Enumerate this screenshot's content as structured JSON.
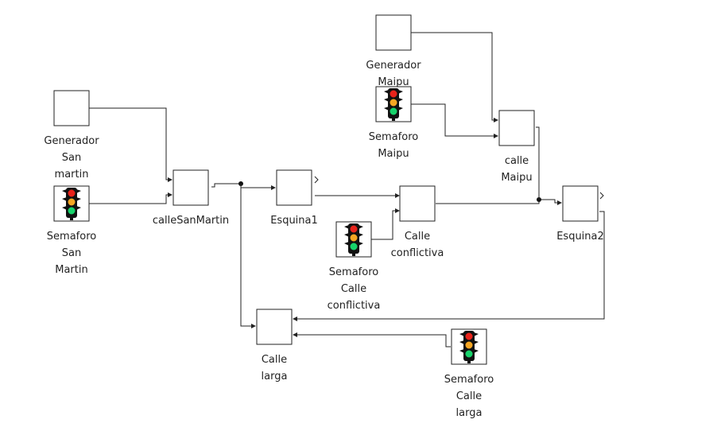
{
  "blocks": {
    "generador_san_martin": {
      "label": [
        "Generador",
        "San",
        "martin"
      ]
    },
    "semaforo_san_martin": {
      "label": [
        "Semaforo",
        "San",
        "Martin"
      ]
    },
    "calle_san_martin": {
      "label": [
        "calleSanMartin"
      ]
    },
    "esquina1": {
      "label": [
        "Esquina1"
      ]
    },
    "calle_conflictiva": {
      "label": [
        "Calle",
        "conflictiva"
      ]
    },
    "semaforo_calle_conflictiva": {
      "label": [
        "Semaforo",
        "Calle",
        "conflictiva"
      ]
    },
    "generador_maipu": {
      "label": [
        "Generador",
        "Maipu"
      ]
    },
    "semaforo_maipu": {
      "label": [
        "Semaforo",
        "Maipu"
      ]
    },
    "calle_maipu": {
      "label": [
        "calle",
        "Maipu"
      ]
    },
    "esquina2": {
      "label": [
        "Esquina2"
      ]
    },
    "calle_larga": {
      "label": [
        "Calle",
        "larga"
      ]
    },
    "semaforo_calle_larga": {
      "label": [
        "Semaforo",
        "Calle",
        "larga"
      ]
    }
  },
  "icons": {
    "traffic_light": {
      "red": "#e8231b",
      "amber": "#f5a623",
      "green": "#17d36b",
      "housing": "#111111"
    }
  }
}
